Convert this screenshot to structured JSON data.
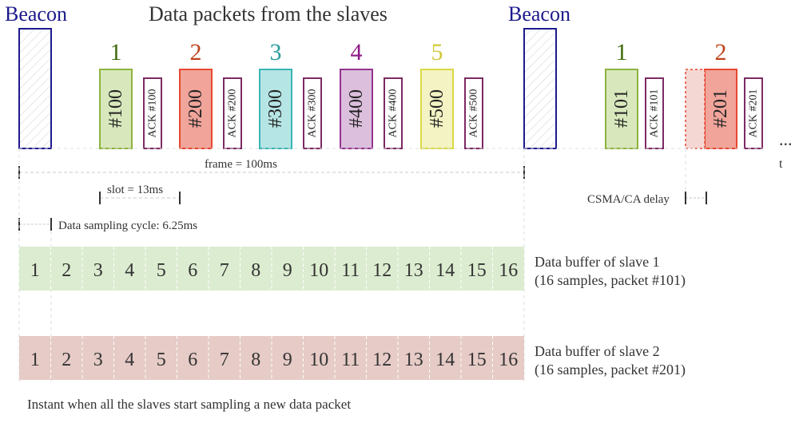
{
  "top_labels": {
    "beacon_left": "Beacon",
    "beacon_right": "Beacon",
    "title": "Data packets from the slaves"
  },
  "slot_numbers": [
    "1",
    "2",
    "3",
    "4",
    "5"
  ],
  "slot_numbers_second": [
    "1",
    "2"
  ],
  "packets": [
    {
      "id": "#100",
      "ack": "ACK #100",
      "color": "#8db33e",
      "fill": "#d8e8bc",
      "number_color": "#3f6e0e"
    },
    {
      "id": "#200",
      "ack": "ACK #200",
      "color": "#e8472f",
      "fill": "#f0a49a",
      "number_color": "#c0431b"
    },
    {
      "id": "#300",
      "ack": "ACK #300",
      "color": "#38b5b5",
      "fill": "#b5e5e4",
      "number_color": "#2a9b9b"
    },
    {
      "id": "#400",
      "ack": "ACK #400",
      "color": "#94338f",
      "fill": "#dcbfdd",
      "number_color": "#8e1a87"
    },
    {
      "id": "#500",
      "ack": "ACK #500",
      "color": "#d9d945",
      "fill": "#f3f3c3",
      "number_color": "#d3c83b"
    }
  ],
  "packets_second": [
    {
      "id": "#101",
      "ack": "ACK #101",
      "color": "#8db33e",
      "fill": "#d8e8bc",
      "number_color": "#3f6e0e"
    },
    {
      "id": "#201",
      "ack": "ACK #201",
      "color": "#e8472f",
      "fill": "#f0a49a",
      "number_color": "#c0431b"
    }
  ],
  "ellipsis": "...",
  "time_label": "t",
  "frame_label": "frame = 100ms",
  "slot_label": "slot = 13ms",
  "csma_label": "CSMA/CA delay",
  "sampling_label": "Data sampling cycle: 6.25ms",
  "buffers": [
    {
      "title": "Data buffer of slave 1",
      "subtitle": "(16 samples, packet #101)",
      "fill": "#dcecd0",
      "cells": [
        "1",
        "2",
        "3",
        "4",
        "5",
        "6",
        "7",
        "8",
        "9",
        "10",
        "11",
        "12",
        "13",
        "14",
        "15",
        "16"
      ]
    },
    {
      "title": "Data buffer of slave 2",
      "subtitle": "(16 samples, packet #201)",
      "fill": "#e6cbc6",
      "cells": [
        "1",
        "2",
        "3",
        "4",
        "5",
        "6",
        "7",
        "8",
        "9",
        "10",
        "11",
        "12",
        "13",
        "14",
        "15",
        "16"
      ]
    }
  ],
  "footer": "Instant when all the slaves start sampling a new data packet",
  "colors": {
    "beacon": "#1e1a8c",
    "ack_border": "#7c2a63",
    "text": "#333333",
    "line": "#333333"
  }
}
